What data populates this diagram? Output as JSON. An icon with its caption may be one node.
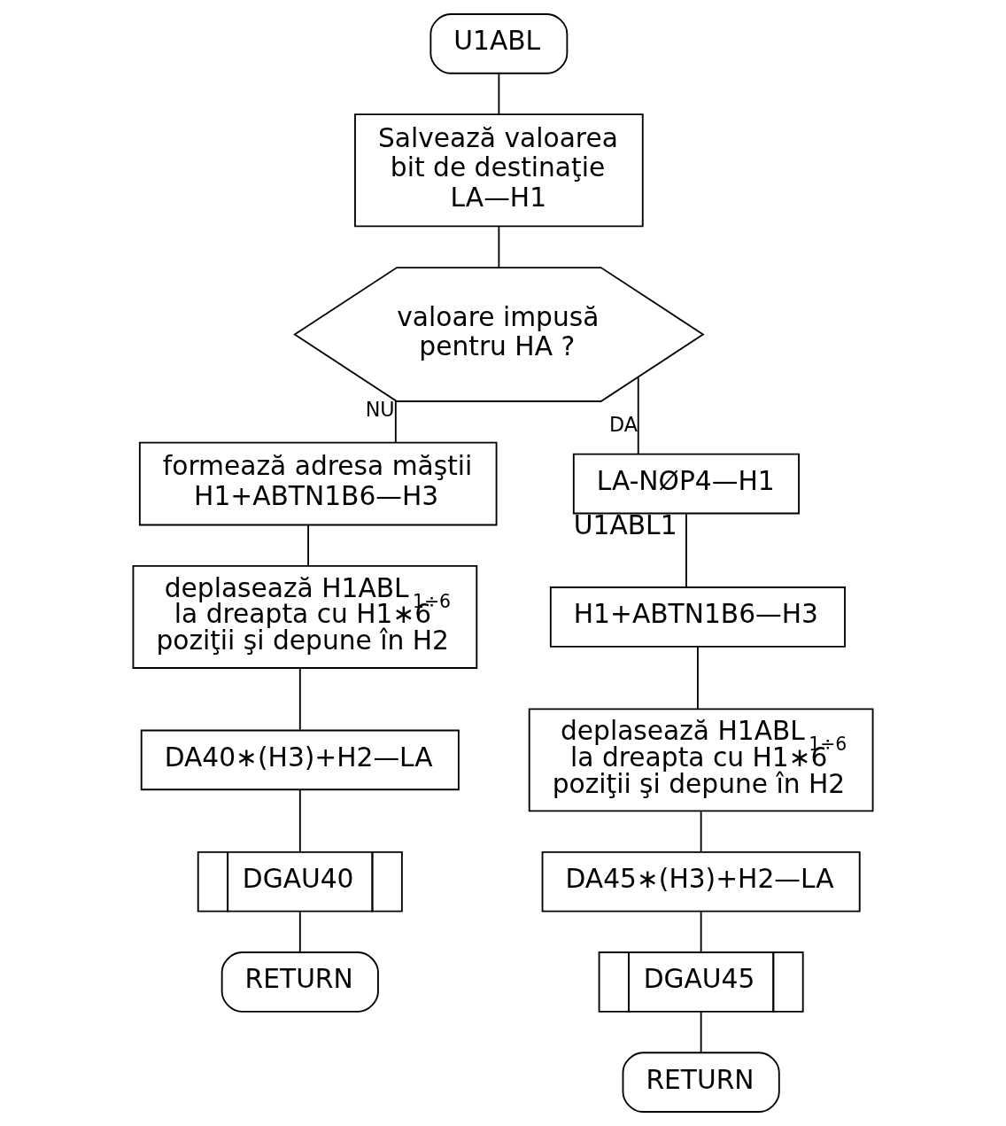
{
  "diagram": {
    "nodes": [
      {
        "text": [
          "U1ABL"
        ]
      },
      {
        "text": [
          "Salvează valoarea bit de destinaţie LA—H1"
        ]
      },
      {
        "text": [
          "valoare impusă pentru HA ?"
        ]
      },
      {
        "text": [
          "formează adresa măştii H1+ABTN1B6—H3"
        ]
      },
      {
        "text": [
          "deplasează H1ABL$_{1÷6}$ la dreapta cu H1∗6 poziţii şi depune în H2"
        ]
      },
      {
        "text": [
          "DA40∗(H3)+H2—LA"
        ]
      },
      {
        "text": [
          "DGAU40"
        ]
      },
      {
        "text": [
          "RETURN"
        ]
      },
      {
        "text": [
          "LA-NØP4—H1"
        ],
        "beside": [
          "U1ABL1"
        ]
      },
      {
        "text": [
          "H1+ABTN1B6—H3"
        ]
      },
      {
        "text": [
          "deplasează H1ABL$_{1÷6}$ la dreapta cu H1∗6 poziţii şi depune în H2"
        ]
      },
      {
        "text": [
          "DA45∗(H3)+H2—LA"
        ]
      },
      {
        "text": [
          "DGAU45"
        ]
      },
      {
        "text": [
          "RETURN"
        ]
      }
    ],
    "edges": [
      {
        "from": 0,
        "to": 1,
        "arrow": "none"
      },
      {
        "from": 1,
        "to": 2,
        "arrow": "none"
      },
      {
        "from": 2,
        "to": 3,
        "arrow": "none",
        "label": "NU"
      },
      {
        "from": 3,
        "to": 4,
        "arrow": "none"
      },
      {
        "from": 4,
        "to": 5,
        "arrow": "none"
      },
      {
        "from": 5,
        "to": 6,
        "arrow": "none"
      },
      {
        "from": 6,
        "to": 7,
        "arrow": "none"
      },
      {
        "from": 2,
        "to": 8,
        "arrow": "none",
        "label": "DA"
      },
      {
        "from": 8,
        "to": 9,
        "arrow": "none"
      },
      {
        "from": 9,
        "to": 10,
        "arrow": "none"
      },
      {
        "from": 10,
        "to": 11,
        "arrow": "none"
      },
      {
        "from": 11,
        "to": 12,
        "arrow": "none"
      },
      {
        "from": 12,
        "to": 13,
        "arrow": "none"
      }
    ]
  }
}
